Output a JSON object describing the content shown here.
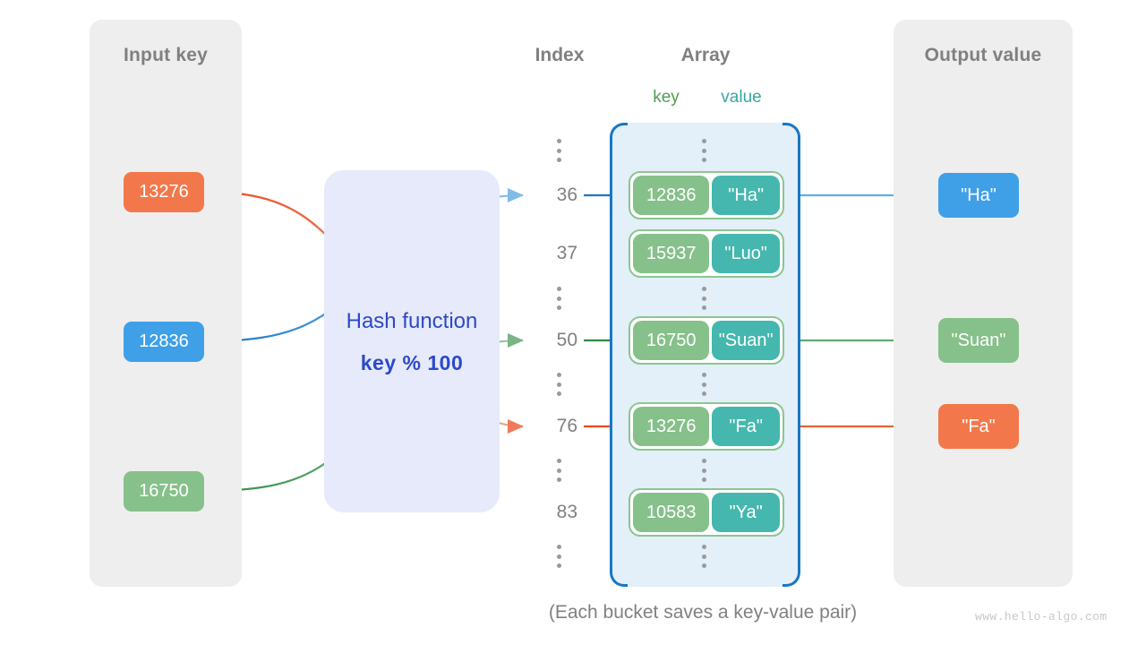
{
  "panels": {
    "input": {
      "title": "Input key"
    },
    "output": {
      "title": "Output value"
    }
  },
  "headers": {
    "index": "Index",
    "array": "Array",
    "key": "key",
    "value": "value"
  },
  "hash_function": {
    "name": "Hash function",
    "formula": "key % 100"
  },
  "input_keys": [
    {
      "label": "13276",
      "color": "#f2784b",
      "index": "76"
    },
    {
      "label": "12836",
      "color": "#3fa0e8",
      "index": "36"
    },
    {
      "label": "16750",
      "color": "#86c08a",
      "index": "50"
    }
  ],
  "array": {
    "rows": [
      {
        "type": "dots"
      },
      {
        "type": "bucket",
        "index": "36",
        "key": "12836",
        "value": "\"Ha\""
      },
      {
        "type": "bucket",
        "index": "37",
        "key": "15937",
        "value": "\"Luo\""
      },
      {
        "type": "dots"
      },
      {
        "type": "bucket",
        "index": "50",
        "key": "16750",
        "value": "\"Suan\""
      },
      {
        "type": "dots"
      },
      {
        "type": "bucket",
        "index": "76",
        "key": "13276",
        "value": "\"Fa\""
      },
      {
        "type": "dots"
      },
      {
        "type": "bucket",
        "index": "83",
        "key": "10583",
        "value": "\"Ya\""
      },
      {
        "type": "dots"
      }
    ]
  },
  "outputs": [
    {
      "label": "\"Ha\"",
      "color": "#3fa0e8"
    },
    {
      "label": "\"Suan\"",
      "color": "#86c08a"
    },
    {
      "label": "\"Fa\"",
      "color": "#f2784b"
    }
  ],
  "caption": "(Each bucket saves a key-value pair)",
  "watermark": "www.hello-algo.com",
  "colors": {
    "orange": "#f2784b",
    "orange_dark": "#e8491d",
    "blue": "#3fa0e8",
    "blue_dark": "#1877c4",
    "green": "#86c08a",
    "green_dark": "#2e8b46",
    "teal": "#45b7ae",
    "panel_grey": "#eeeeee",
    "hash_bg": "#e6eafa",
    "hash_text": "#2d49c9",
    "array_bg": "#e3eff9",
    "label_grey": "#808080"
  }
}
